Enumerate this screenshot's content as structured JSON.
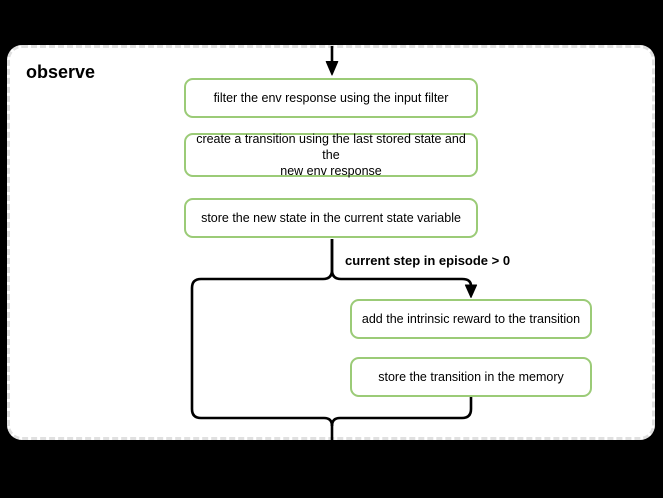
{
  "diagram": {
    "title": "observe",
    "nodes": [
      {
        "label": "filter the env response using the input filter"
      },
      {
        "label": "create a transition using the last stored state and the\nnew env response"
      },
      {
        "label": "store the new state in the current state variable"
      },
      {
        "label": "add the intrinsic reward to the transition"
      },
      {
        "label": "store the transition in the memory"
      }
    ],
    "branch_condition": "current step in episode > 0",
    "colors": {
      "background": "#000000",
      "panel_background": "#ffffff",
      "panel_border": "#e0e0e0",
      "node_border": "#9bcb77",
      "node_background": "#ffffff",
      "connector": "#000000",
      "text": "#000000"
    }
  }
}
